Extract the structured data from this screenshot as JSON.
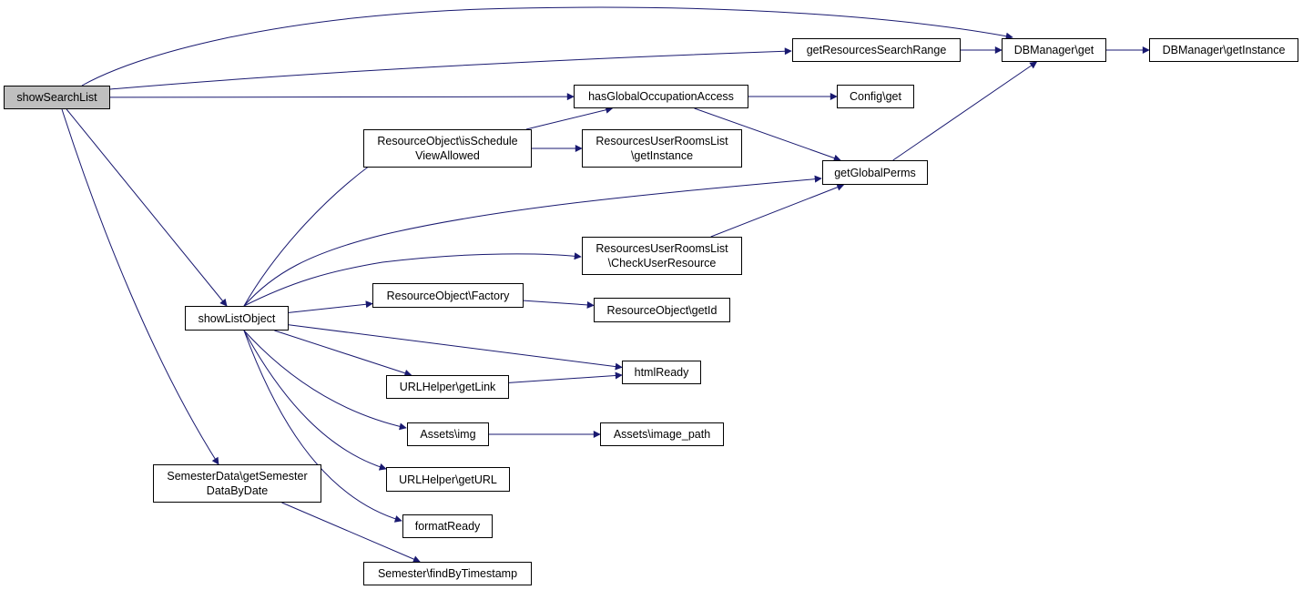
{
  "colors": {
    "edge": "#191970",
    "root_fill": "#bfbfbf",
    "node_fill": "#ffffff",
    "border": "#000000"
  },
  "nodes": {
    "showSearchList": {
      "lines": [
        "showSearchList"
      ]
    },
    "getResourcesSearchRange": {
      "lines": [
        "getResourcesSearchRange"
      ]
    },
    "dbGet": {
      "lines": [
        "DBManager\\get"
      ]
    },
    "dbGetInstance": {
      "lines": [
        "DBManager\\getInstance"
      ]
    },
    "hasGlobalOccupationAccess": {
      "lines": [
        "hasGlobalOccupationAccess"
      ]
    },
    "configGet": {
      "lines": [
        "Config\\get"
      ]
    },
    "isScheduleViewAllowed": {
      "lines": [
        "ResourceObject\\isSchedule",
        "ViewAllowed"
      ]
    },
    "rurlGetInstance": {
      "lines": [
        "ResourcesUserRoomsList",
        "\\getInstance"
      ]
    },
    "getGlobalPerms": {
      "lines": [
        "getGlobalPerms"
      ]
    },
    "checkUserResource": {
      "lines": [
        "ResourcesUserRoomsList",
        "\\CheckUserResource"
      ]
    },
    "showListObject": {
      "lines": [
        "showListObject"
      ]
    },
    "factory": {
      "lines": [
        "ResourceObject\\Factory"
      ]
    },
    "getId": {
      "lines": [
        "ResourceObject\\getId"
      ]
    },
    "htmlReady": {
      "lines": [
        "htmlReady"
      ]
    },
    "getLink": {
      "lines": [
        "URLHelper\\getLink"
      ]
    },
    "assetsImg": {
      "lines": [
        "Assets\\img"
      ]
    },
    "imagePath": {
      "lines": [
        "Assets\\image_path"
      ]
    },
    "getURL": {
      "lines": [
        "URLHelper\\getURL"
      ]
    },
    "semesterData": {
      "lines": [
        "SemesterData\\getSemester",
        "DataByDate"
      ]
    },
    "formatReady": {
      "lines": [
        "formatReady"
      ]
    },
    "findByTimestamp": {
      "lines": [
        "Semester\\findByTimestamp"
      ]
    }
  },
  "edges": [
    [
      "showSearchList",
      "dbGet"
    ],
    [
      "showSearchList",
      "getResourcesSearchRange"
    ],
    [
      "showSearchList",
      "hasGlobalOccupationAccess"
    ],
    [
      "showSearchList",
      "showListObject"
    ],
    [
      "showSearchList",
      "semesterData"
    ],
    [
      "getResourcesSearchRange",
      "dbGet"
    ],
    [
      "dbGet",
      "dbGetInstance"
    ],
    [
      "hasGlobalOccupationAccess",
      "configGet"
    ],
    [
      "hasGlobalOccupationAccess",
      "getGlobalPerms"
    ],
    [
      "isScheduleViewAllowed",
      "hasGlobalOccupationAccess"
    ],
    [
      "isScheduleViewAllowed",
      "rurlGetInstance"
    ],
    [
      "getGlobalPerms",
      "dbGet"
    ],
    [
      "checkUserResource",
      "getGlobalPerms"
    ],
    [
      "showListObject",
      "isScheduleViewAllowed"
    ],
    [
      "showListObject",
      "getGlobalPerms"
    ],
    [
      "showListObject",
      "checkUserResource"
    ],
    [
      "showListObject",
      "factory"
    ],
    [
      "showListObject",
      "htmlReady"
    ],
    [
      "showListObject",
      "getLink"
    ],
    [
      "showListObject",
      "assetsImg"
    ],
    [
      "showListObject",
      "getURL"
    ],
    [
      "showListObject",
      "formatReady"
    ],
    [
      "factory",
      "getId"
    ],
    [
      "getLink",
      "htmlReady"
    ],
    [
      "assetsImg",
      "imagePath"
    ],
    [
      "semesterData",
      "findByTimestamp"
    ]
  ]
}
